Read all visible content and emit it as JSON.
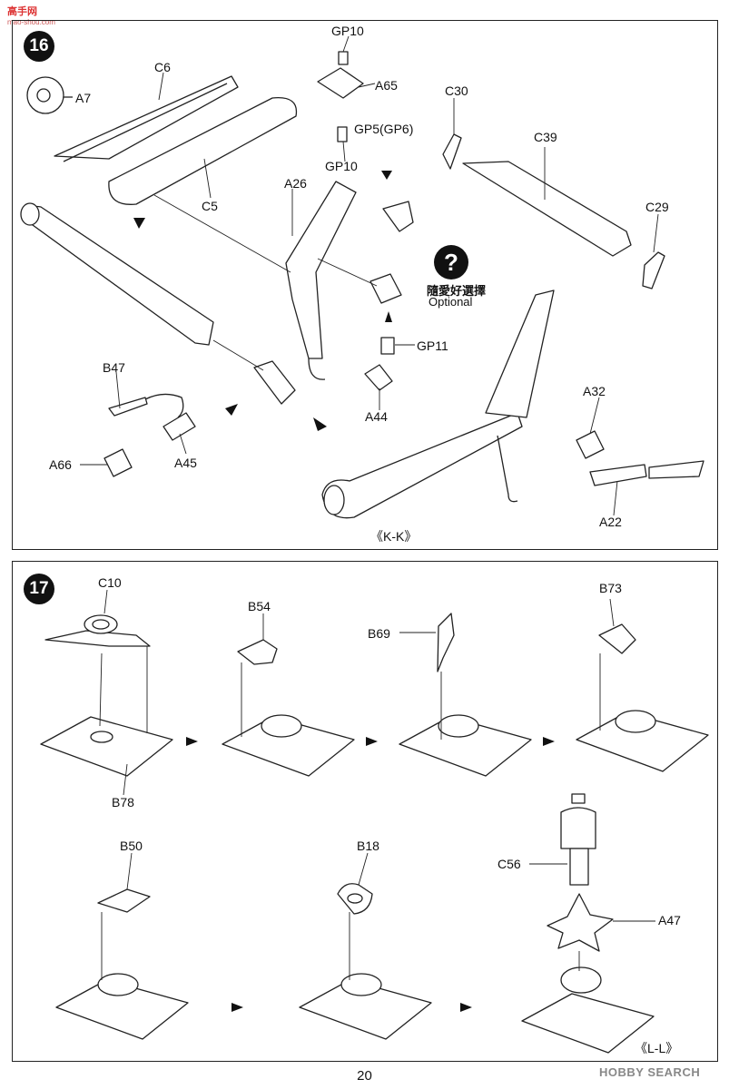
{
  "header": {
    "logo_text": "高手网",
    "logo_sub": "mao-shou.com"
  },
  "step16": {
    "number": "16",
    "labels": {
      "gp10_top": "GP10",
      "c6": "C6",
      "a7": "A7",
      "a65": "A65",
      "gp5": "GP5(GP6)",
      "gp10_bottom": "GP10",
      "c30": "C30",
      "c39": "C39",
      "c5": "C5",
      "a26": "A26",
      "c29": "C29",
      "optional_cn": "隨愛好選擇",
      "optional_en": "Optional",
      "gp11": "GP11",
      "b47": "B47",
      "a32": "A32",
      "a44": "A44",
      "a66": "A66",
      "a45": "A45",
      "a22": "A22",
      "view": "《K-K》"
    },
    "question_mark": "?"
  },
  "step17": {
    "number": "17",
    "labels": {
      "c10": "C10",
      "b54": "B54",
      "b69": "B69",
      "b73": "B73",
      "b78": "B78",
      "b50": "B50",
      "b18": "B18",
      "c56": "C56",
      "a47": "A47",
      "view": "《L-L》"
    }
  },
  "footer": {
    "page_number": "20",
    "watermark": "HOBBY SEARCH"
  }
}
